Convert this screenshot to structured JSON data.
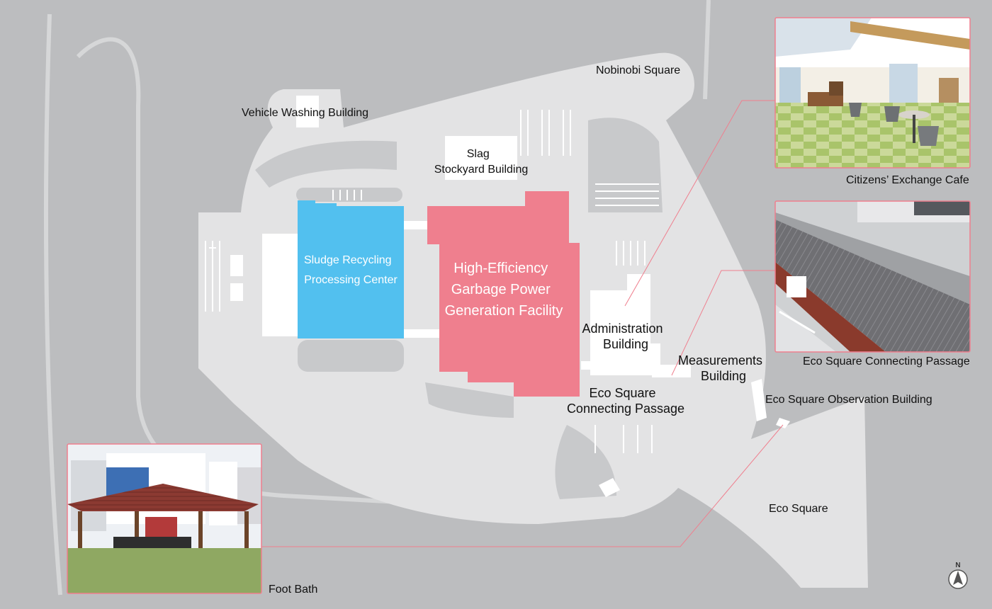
{
  "map": {
    "colors": {
      "background": "#bcbdbf",
      "ground": "#e3e3e4",
      "road_line": "#d7d8d9",
      "building": "#ffffff",
      "highlight_main": "#ef7f8e",
      "highlight_sludge": "#52c0ef",
      "callout_line": "#ef7f8e"
    },
    "facilities": {
      "main": "High-Efficiency Garbage Power Generation Facility",
      "main_lines": [
        "High-Efficiency",
        "Garbage Power",
        "Generation Facility"
      ],
      "sludge": "Sludge Recycling Processing Center",
      "sludge_lines": [
        "Sludge Recycling",
        "Processing Center"
      ]
    },
    "labels": {
      "nobinobi": "Nobinobi Square",
      "vehicle_washing": "Vehicle Washing Building",
      "slag_lines": [
        "Slag",
        "Stockyard Building"
      ],
      "admin_lines": [
        "Administration",
        "Building"
      ],
      "measurements_lines": [
        "Measurements",
        "Building"
      ],
      "passage_lines": [
        "Eco Square",
        "Connecting Passage"
      ],
      "observation": "Eco Square Observation Building",
      "eco_square": "Eco Square"
    },
    "photos": {
      "cafe": {
        "caption": "Citizens’ Exchange Cafe",
        "icon": "cafe-interior-photo"
      },
      "passage": {
        "caption": "Eco Square Connecting Passage",
        "icon": "covered-walkway-photo"
      },
      "footbath": {
        "caption": "Foot Bath",
        "icon": "pavilion-photo"
      }
    },
    "compass": {
      "letter": "N",
      "icon": "north-arrow-icon"
    }
  }
}
